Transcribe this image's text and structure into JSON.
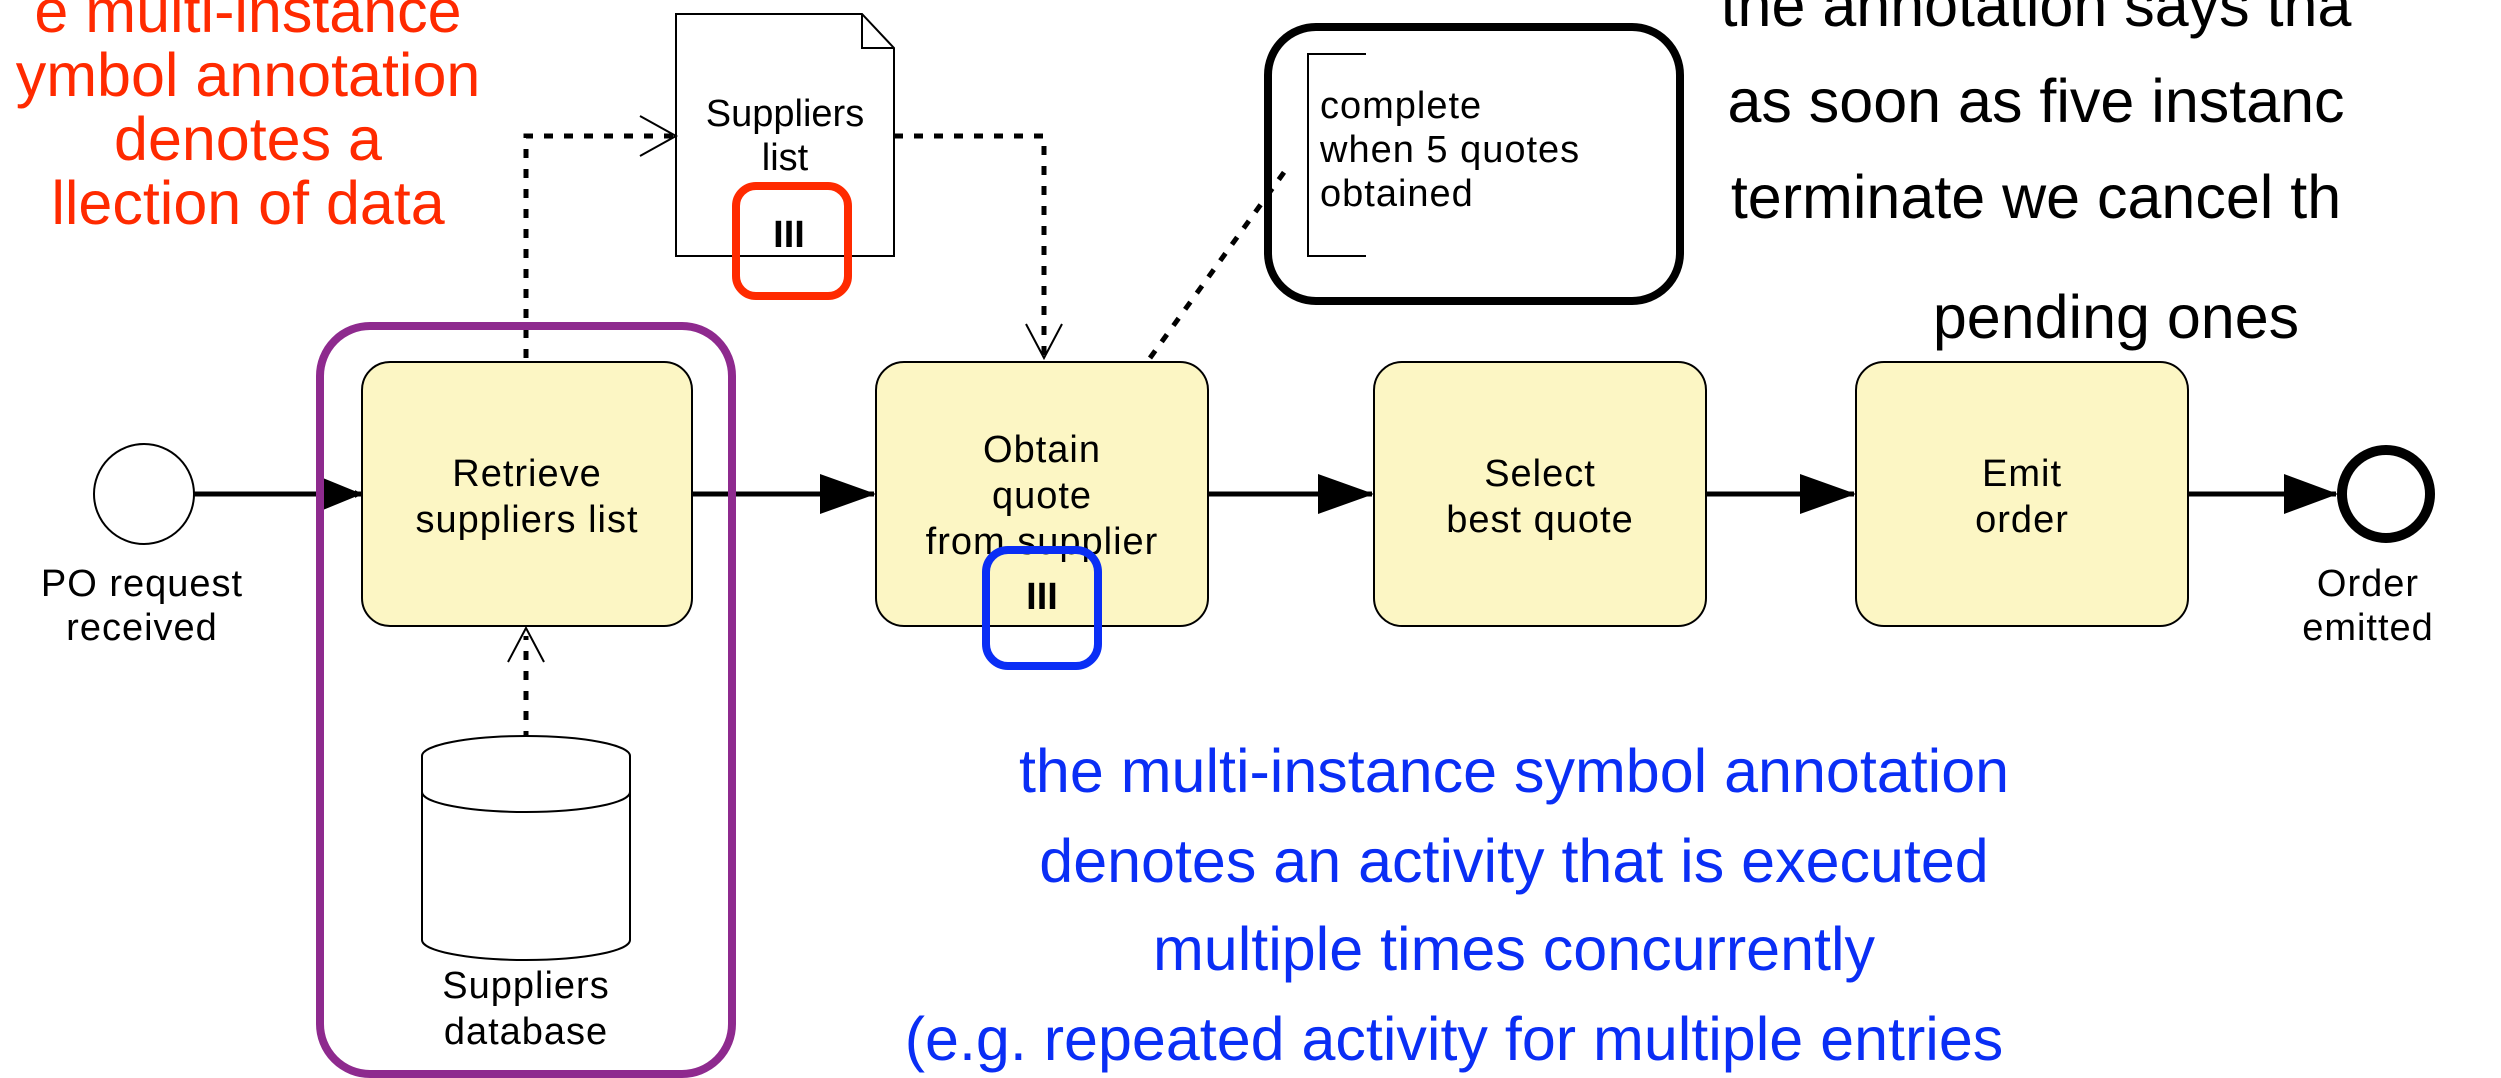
{
  "colors": {
    "task_fill": "#FCF6C4",
    "red_note": "#FF2A00",
    "blue_note": "#0A2EF5",
    "purple_highlight": "#8E2A8E",
    "black": "#000000"
  },
  "events": {
    "start": {
      "label_line1": "PO request",
      "label_line2": "received"
    },
    "end": {
      "label_line1": "Order",
      "label_line2": "emitted"
    }
  },
  "tasks": [
    {
      "line1": "Retrieve",
      "line2": "suppliers list",
      "line3": ""
    },
    {
      "line1": "Obtain",
      "line2": "quote",
      "line3": "from supplier"
    },
    {
      "line1": "Select",
      "line2": "best quote",
      "line3": ""
    },
    {
      "line1": "Emit",
      "line2": "order",
      "line3": ""
    }
  ],
  "multi_instance_marker": "III",
  "data_object": {
    "line1": "Suppliers",
    "line2": "list"
  },
  "data_store": {
    "line1": "Suppliers",
    "line2": "database"
  },
  "text_annotation": {
    "line1": "complete",
    "line2": "when 5 quotes",
    "line3": "obtained"
  },
  "notes": {
    "red": [
      "e multi-instance",
      "ymbol annotation",
      "denotes a",
      "llection of data"
    ],
    "black": [
      "the annotation says tha",
      "as soon as five instanc",
      "terminate we cancel th",
      "pending ones"
    ],
    "blue": [
      "the multi-instance symbol annotation",
      "denotes an activity that is executed",
      "multiple times concurrently",
      "(e.g. repeated activity for multiple entries"
    ]
  }
}
